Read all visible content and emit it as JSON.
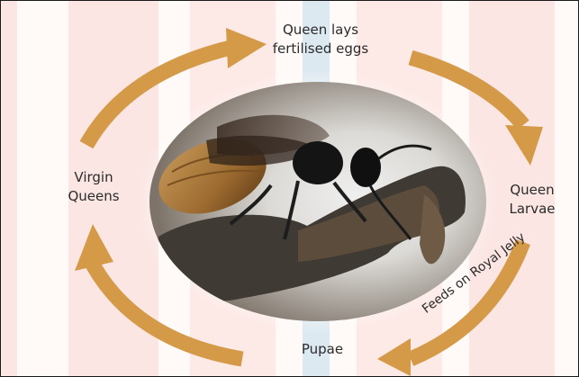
{
  "diagram": {
    "stages": {
      "top": [
        "Queen lays",
        "fertilised eggs"
      ],
      "right": [
        "Queen",
        "Larvae"
      ],
      "bottom": [
        "Pupae"
      ],
      "left": [
        "Virgin",
        "Queens"
      ]
    },
    "arrow_label": "Feeds on Royal Jelly"
  },
  "colors": {
    "arrow": "#d49a48",
    "watermark": "#fbe6e3",
    "watermark_blue": "#dde9f1",
    "background": "#fffaf8"
  },
  "photo": {
    "subject": "winged queen ant on bark"
  }
}
